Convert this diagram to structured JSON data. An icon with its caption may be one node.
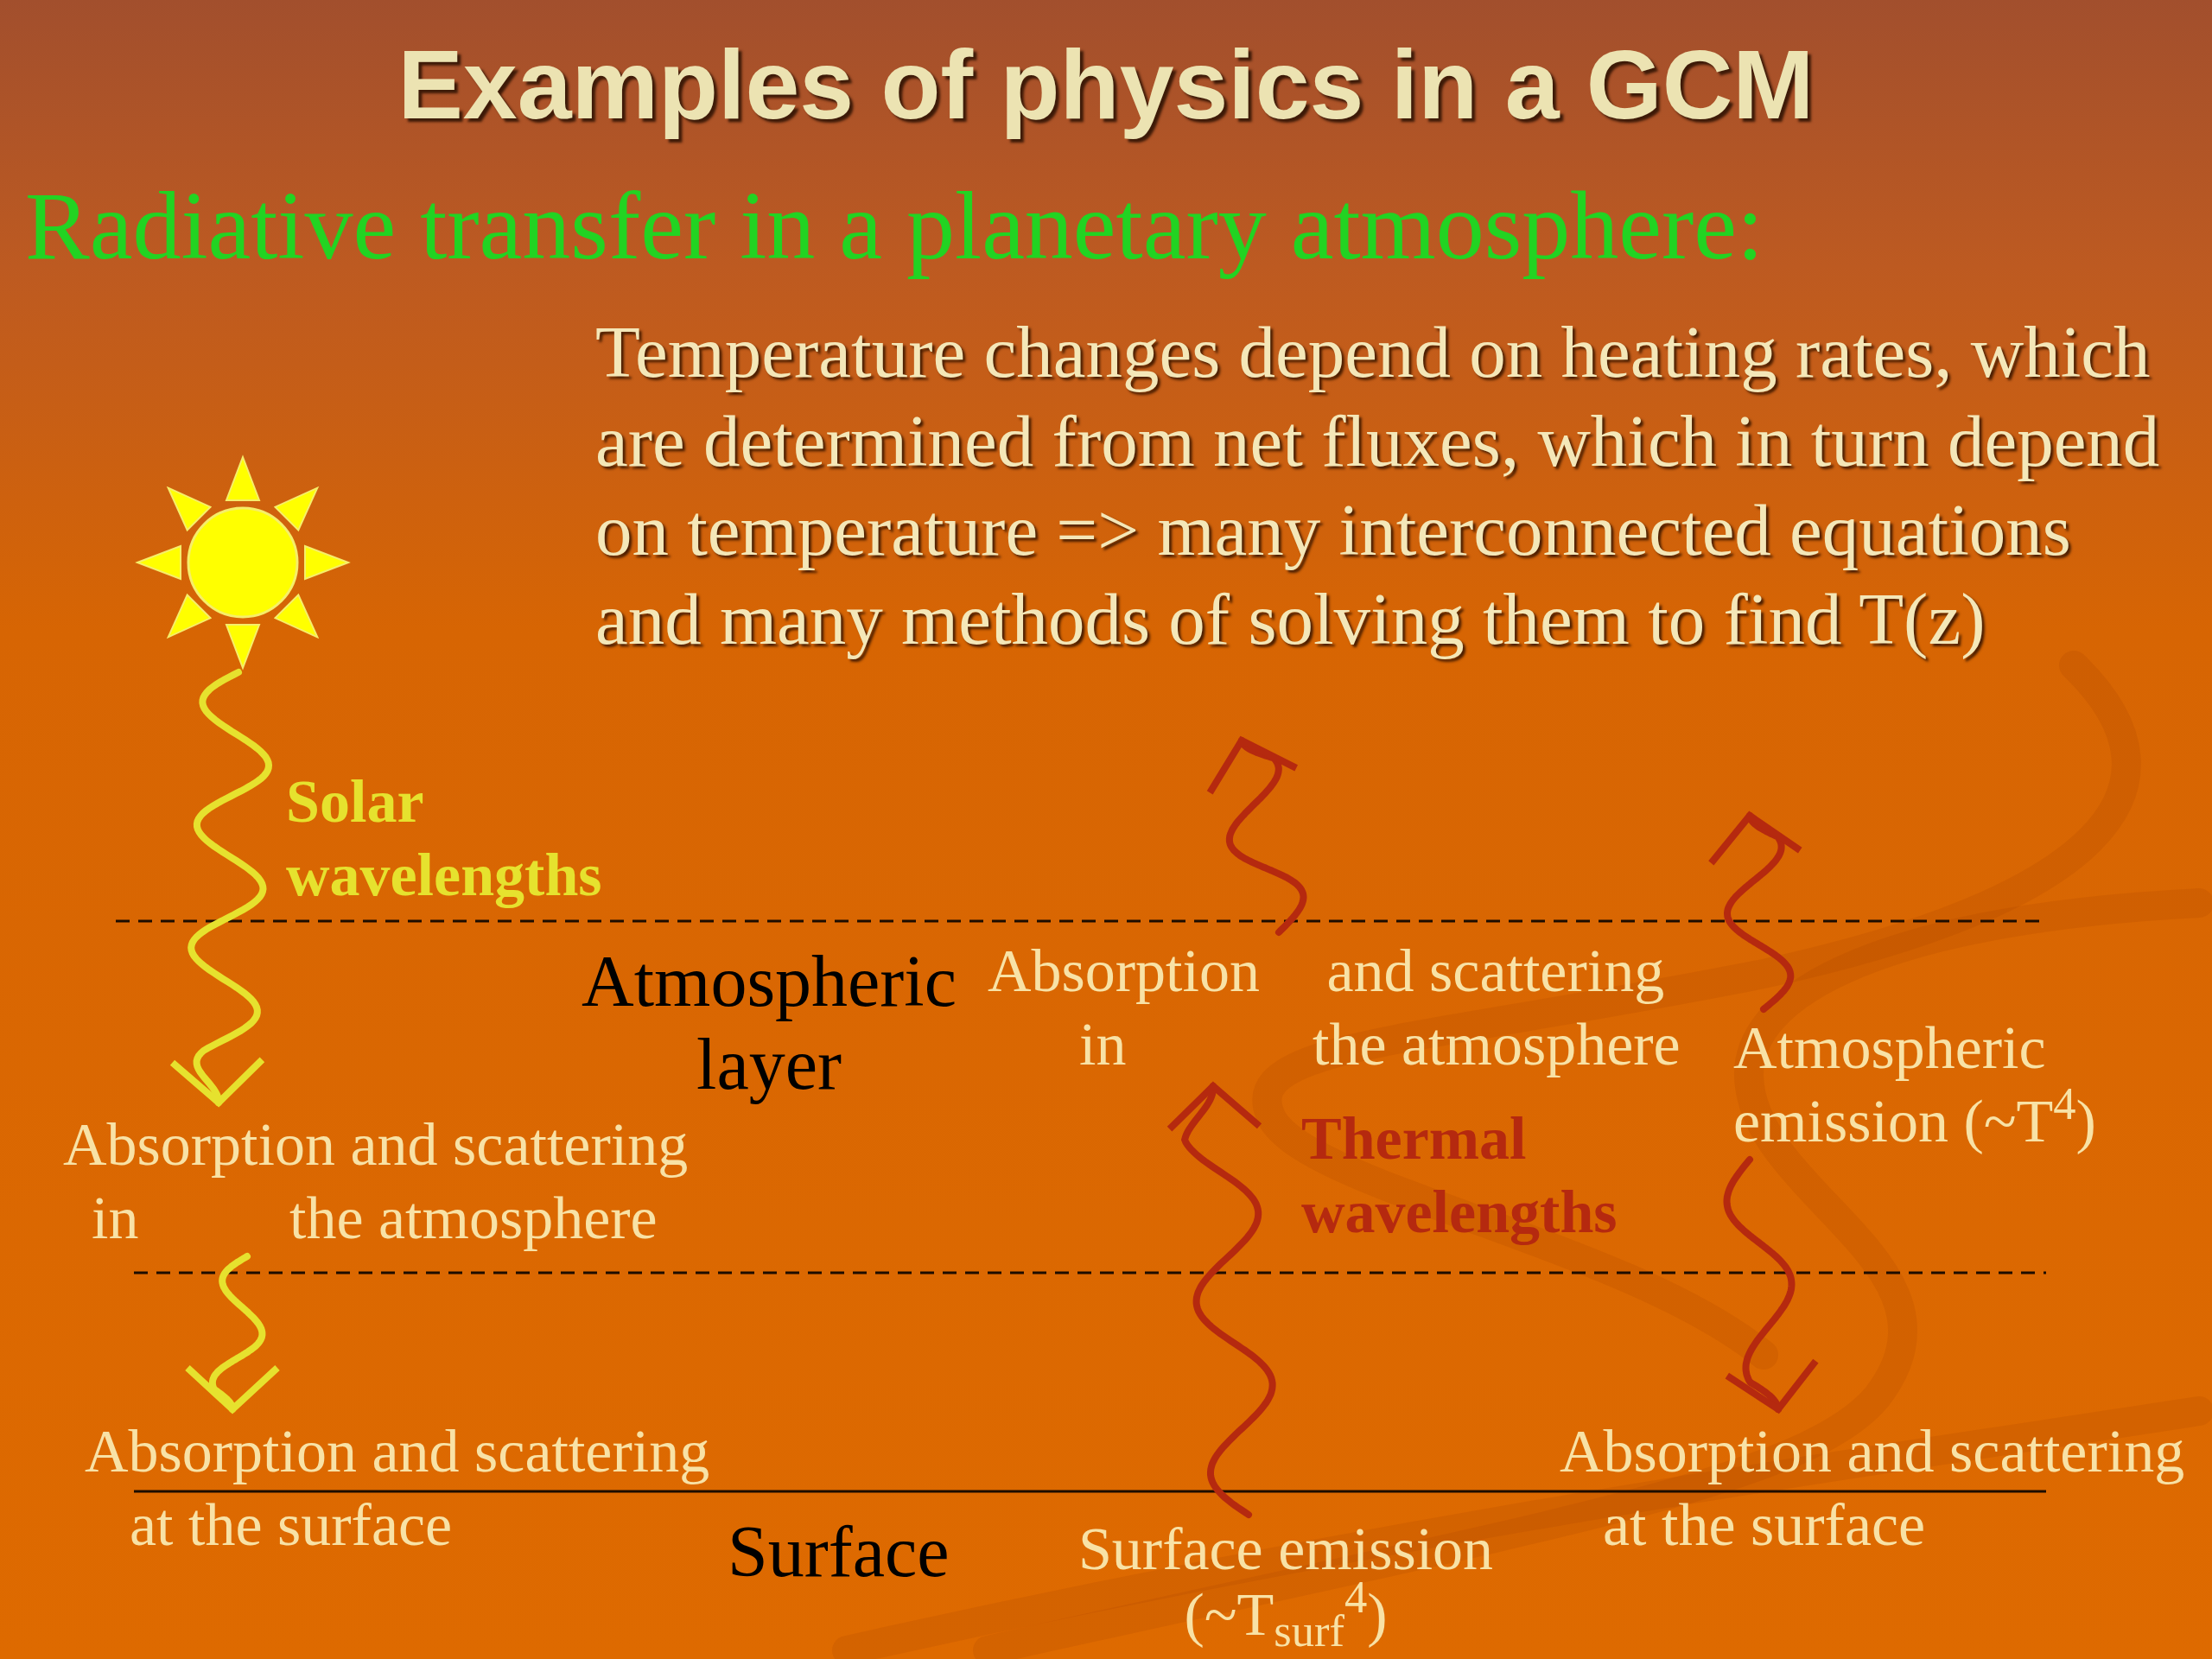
{
  "diagram": {
    "title": "Examples of physics in a GCM",
    "nodes": [
      {
        "text": [],
        "shape": "picture"
      },
      {
        "text": [
          "Absorption and scattering in the atmosphere"
        ]
      },
      {
        "text": [
          "Absorption and scattering at the surface"
        ]
      },
      {
        "text": [
          "Absorption and scattering in the atmosphere"
        ]
      },
      {
        "text": [
          "Surface emission (~T$_{surf}$$^{4}$)"
        ]
      },
      {
        "text": [
          "Atmospheric emission (~T$^{4}$)"
        ]
      },
      {
        "text": [
          "Absorption and scattering at the surface"
        ]
      }
    ],
    "edges": [
      {
        "from": 0,
        "to": 1,
        "arrow": "to",
        "label": "Solar wavelengths",
        "color": "#e6e22e"
      },
      {
        "from": 1,
        "to": 2,
        "arrow": "to",
        "color": "#e6e22e"
      },
      {
        "from": 4,
        "to": 3,
        "arrow": "to",
        "label": "Thermal wavelengths"
      },
      {
        "from": 3,
        "to": null,
        "arrow": "to"
      },
      {
        "from": 5,
        "to": null,
        "arrow": "to"
      },
      {
        "from": 5,
        "to": 6,
        "arrow": "to"
      }
    ],
    "labels": [
      "Radiative transfer in a planetary atmosphere:",
      "Temperature changes depend on heating rates, which are determined from net fluxes, which in turn depend on temperature => many interconnected equations and many methods of solving them to find T(z)",
      "Atmospheric layer",
      "Surface"
    ]
  }
}
